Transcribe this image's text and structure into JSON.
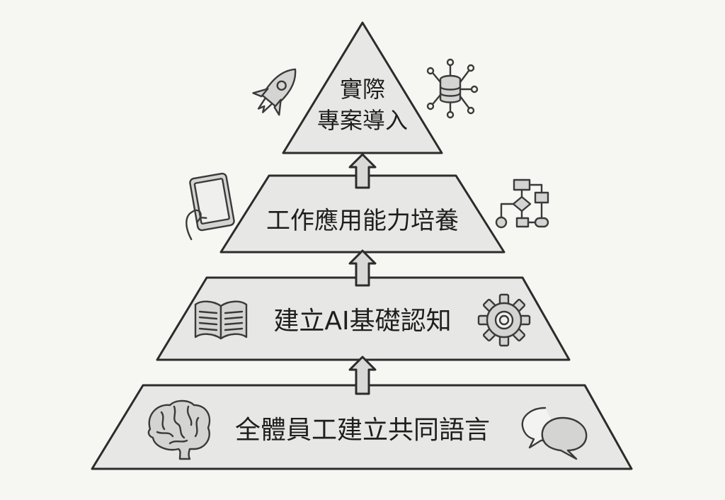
{
  "pyramid": {
    "tiers": [
      {
        "line1": "實際",
        "line2": "專案導入",
        "icons": [
          "rocket-icon",
          "database-network-icon"
        ]
      },
      {
        "label": "工作應用能力培養",
        "icons": [
          "tablet-hand-icon",
          "flowchart-icon"
        ]
      },
      {
        "label": "建立AI基礎認知",
        "icons": [
          "book-icon",
          "gear-icon"
        ]
      },
      {
        "label": "全體員工建立共同語言",
        "icons": [
          "brain-icon",
          "speech-bubbles-icon"
        ]
      }
    ]
  },
  "colors": {
    "background": "#f6f6f3",
    "tier_fill": "#e7e7e5",
    "outline": "#2c2c2c"
  }
}
